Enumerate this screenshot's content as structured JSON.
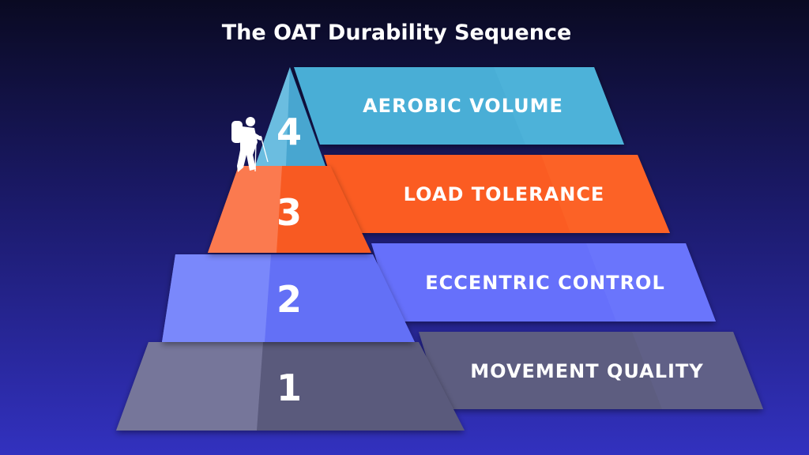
{
  "title": "The OAT Durability Sequence",
  "tiers": [
    {
      "number": "4",
      "label": "AEROBIC VOLUME",
      "color": "#4aaed6"
    },
    {
      "number": "3",
      "label": "LOAD TOLERANCE",
      "color": "#fb5c22"
    },
    {
      "number": "2",
      "label": "ECCENTRIC CONTROL",
      "color": "#6670fb"
    },
    {
      "number": "1",
      "label": "MOVEMENT QUALITY",
      "color": "#5d5d80"
    }
  ],
  "icons": {
    "climber": "hiker-with-poles-icon"
  }
}
